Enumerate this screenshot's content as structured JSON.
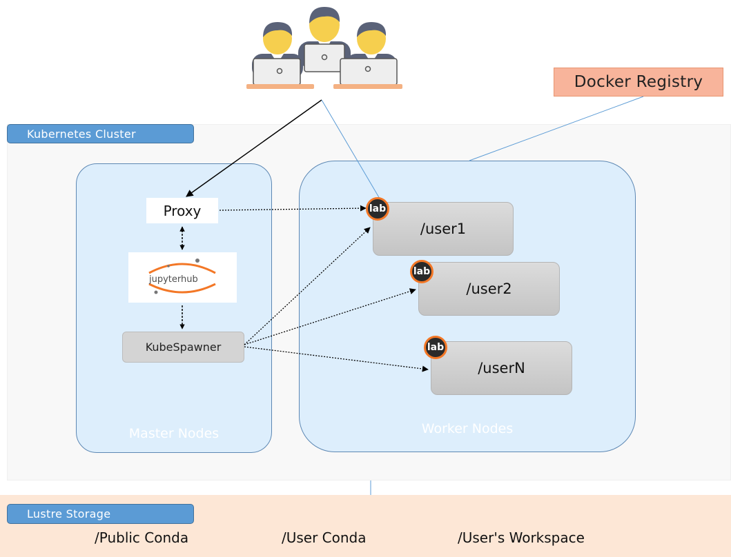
{
  "title": "",
  "docker_registry": "Docker Registry",
  "cluster": {
    "label": "Kubernetes Cluster",
    "master": {
      "label": "Master Nodes",
      "proxy": "Proxy",
      "jupyterhub_logo": "jupyterhub",
      "kubespawner": "KubeSpawner"
    },
    "worker": {
      "label": "Worker Nodes",
      "users": [
        {
          "badge": "lab",
          "name": "/user1"
        },
        {
          "badge": "lab",
          "name": "/user2"
        },
        {
          "badge": "lab",
          "name": "/userN"
        }
      ]
    }
  },
  "storage": {
    "label": "Lustre Storage",
    "items": [
      "/Public Conda",
      "/User Conda",
      "/User's Workspace"
    ]
  },
  "icons": {
    "users_group": "three-users-with-laptops-icon",
    "jupyterlab_badge": "jupyterlab-icon"
  },
  "colors": {
    "tag_blue": "#5b9bd5",
    "docker_fill": "#f8b49b",
    "nodes_fill": "#ddeefc",
    "storage_fill": "#fde7d6",
    "jupyter_orange": "#f37726"
  }
}
